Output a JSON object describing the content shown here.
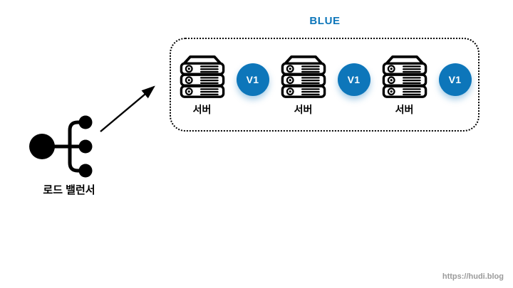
{
  "page": {
    "watermark": "https://hudi.blog",
    "background": "#ffffff"
  },
  "colors": {
    "accent_blue": "#0d76ba",
    "stroke_black": "#000000",
    "watermark_gray": "#9a9a9a"
  },
  "load_balancer": {
    "label": "로드 밸런서",
    "icon": "load-balancer-icon"
  },
  "arrow": {
    "icon": "arrow-icon",
    "direction": "up-right",
    "from": "load-balancer",
    "to": "blue-group"
  },
  "blue_group": {
    "title": "BLUE",
    "border_style": "dotted",
    "servers": [
      {
        "label": "서버",
        "icon": "server-stack-icon",
        "version_badge": "V1"
      },
      {
        "label": "서버",
        "icon": "server-stack-icon",
        "version_badge": "V1"
      },
      {
        "label": "서버",
        "icon": "server-stack-icon",
        "version_badge": "V1"
      }
    ]
  }
}
